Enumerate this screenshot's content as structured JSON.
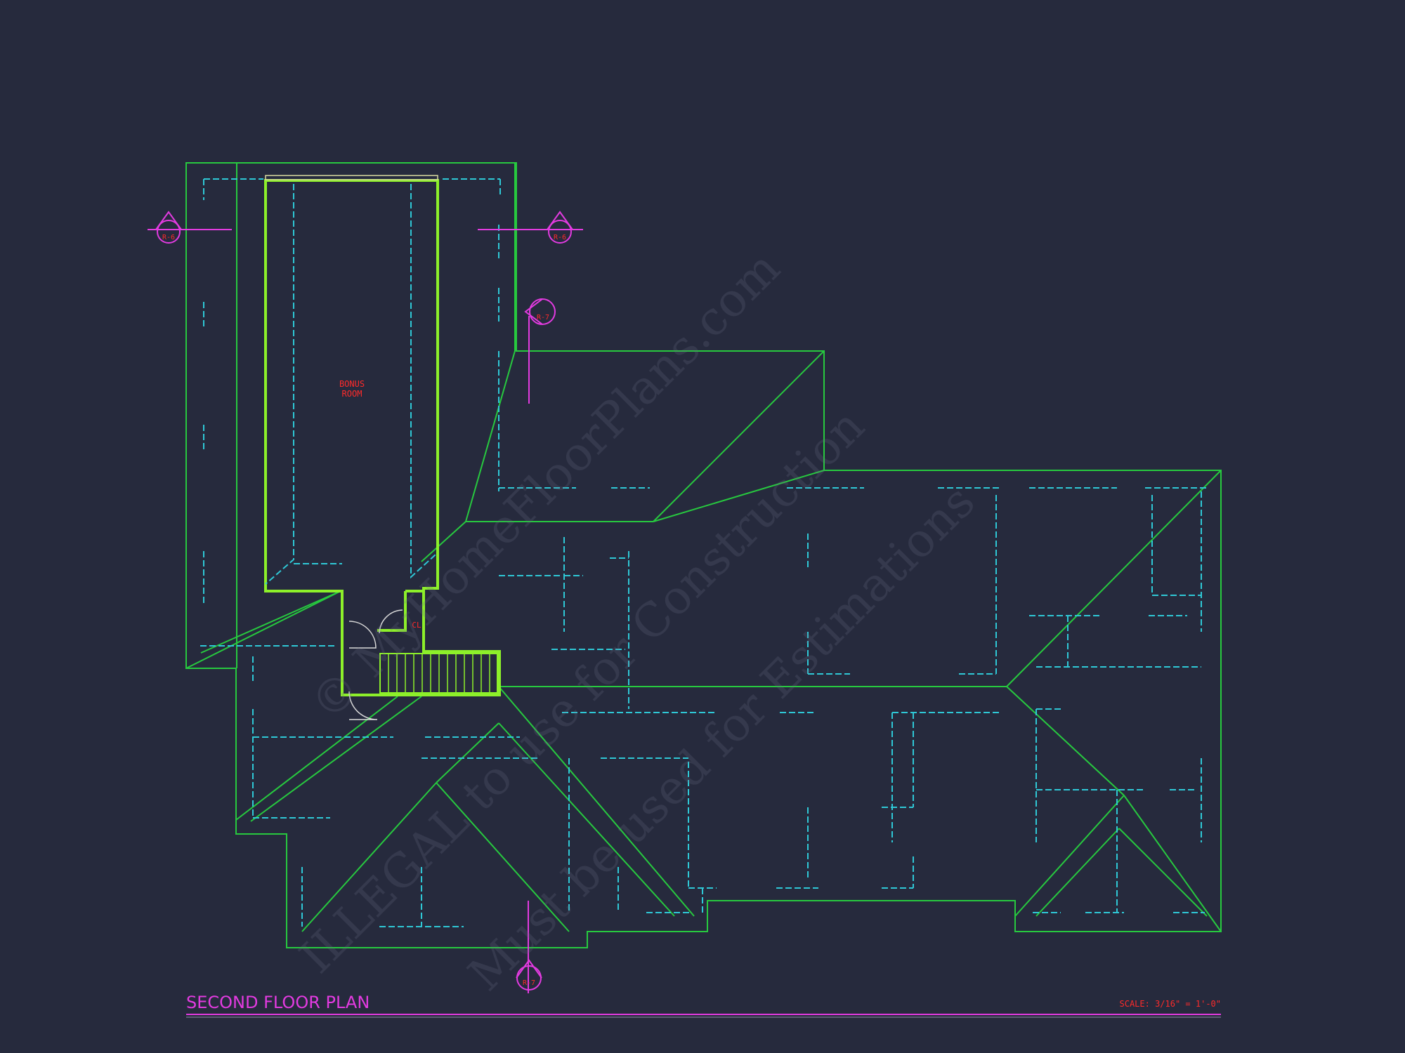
{
  "title": "SECOND FLOOR PLAN",
  "scale": "SCALE: 3/16\" = 1'-0\"",
  "rooms": [
    {
      "id": "bonus",
      "label_lines": [
        "BONUS",
        "ROOM"
      ]
    },
    {
      "id": "closet",
      "label_lines": [
        "CL"
      ]
    }
  ],
  "section_markers": [
    "R-6",
    "R-6",
    "R-7",
    "R-7"
  ],
  "watermark": [
    "© MyHomeFloorPlans.com",
    "ILLEGAL to use for Construction",
    "Must be used for Estimations"
  ],
  "colors": {
    "background": "#262a3d",
    "roof_lines": "#27c93f",
    "bonus_walls": "#8df02a",
    "hidden_walls": "#2fc8d6",
    "section_markers": "#e23be0",
    "labels": "#ff2a2a"
  }
}
